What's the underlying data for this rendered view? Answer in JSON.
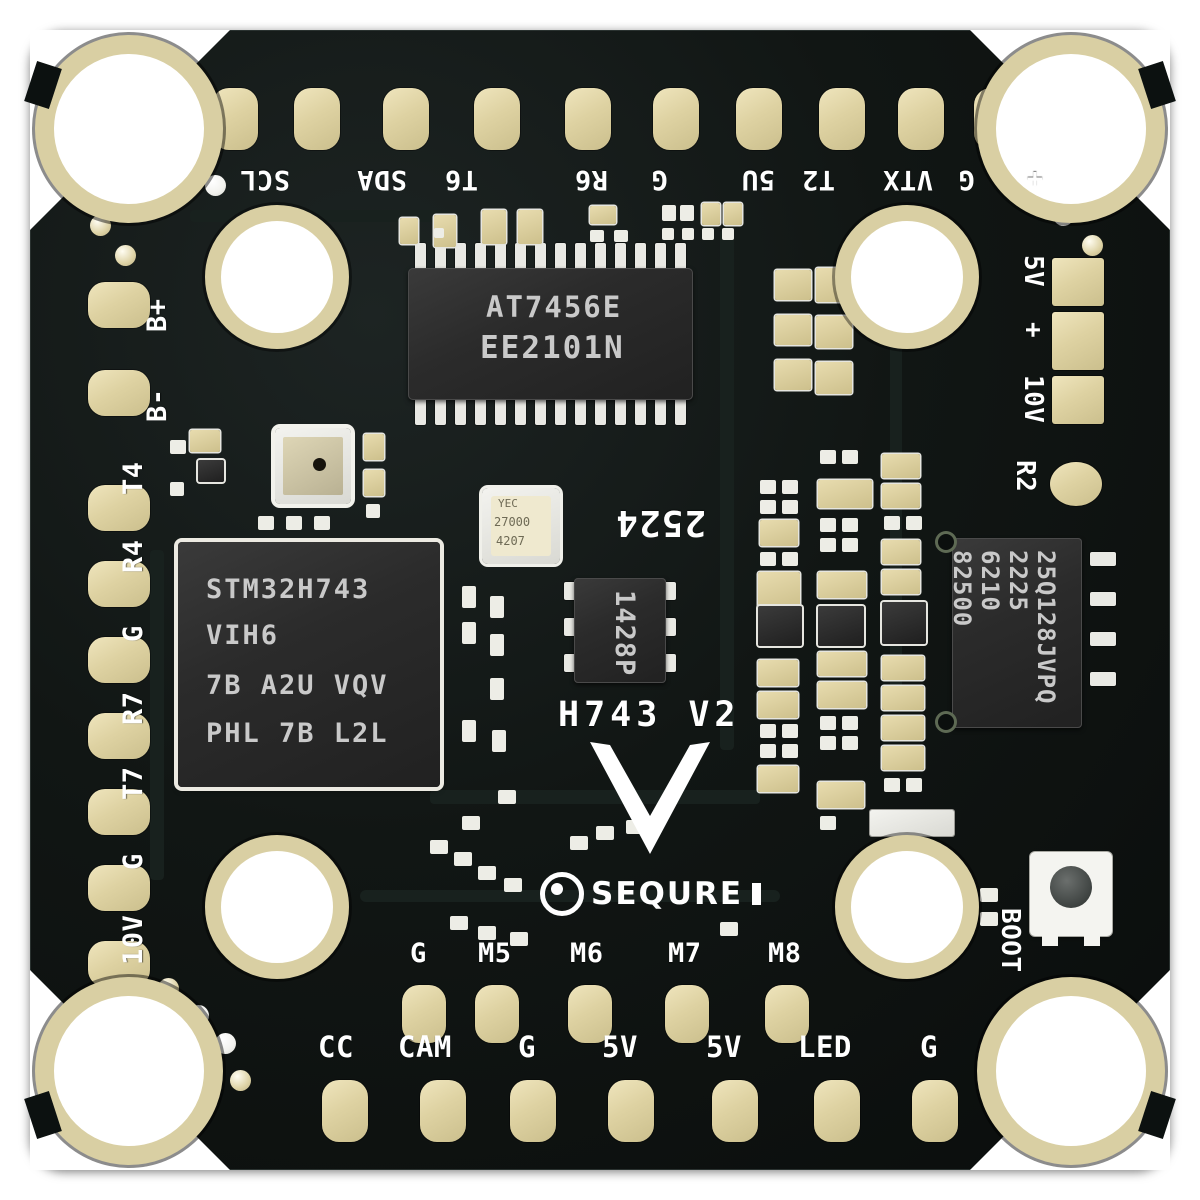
{
  "board": {
    "name": "SEQURE H743 V2 flight controller",
    "brand": "SEQURE",
    "version_silk": "H743 V2",
    "date_code": "2524",
    "colors": {
      "pcb": "#111614",
      "pad_gold": "#ded2a2",
      "silkscreen": "#ffffff",
      "chip_body": "#2b2b2b"
    }
  },
  "chips": {
    "mcu": {
      "line1": "STM32H743",
      "line2": "VIH6",
      "line3": "7B A2U VQV",
      "line4": "PHL 7B L2L"
    },
    "osd": {
      "line1": "AT7456E",
      "line2": "EE2101N"
    },
    "flash": {
      "line1": "25Q128JVPQ",
      "line2": "2225",
      "line3": "6210",
      "line4": "82500"
    },
    "gyro": {
      "line1": "1428P"
    },
    "osc": {
      "line1": "YEC",
      "line2": "27000",
      "line3": "4207"
    }
  },
  "pads": {
    "top_row": [
      "SCL",
      "SDA",
      "T6",
      "R6",
      "G",
      "5U",
      "T2",
      "VTX",
      "G",
      "+"
    ],
    "left_col": [
      "B+",
      "B-",
      "T4",
      "R4",
      "G",
      "R7",
      "T7",
      "G",
      "10V"
    ],
    "right_col": [
      "5V",
      "+",
      "10V",
      "R2"
    ],
    "bottom_inner_row": [
      "G",
      "M5",
      "M6",
      "M7",
      "M8"
    ],
    "bottom_edge_row": [
      "CC",
      "CAM",
      "G",
      "5V",
      "5V",
      "LED",
      "G"
    ]
  },
  "controls": {
    "boot_button_label": "BOOT"
  }
}
